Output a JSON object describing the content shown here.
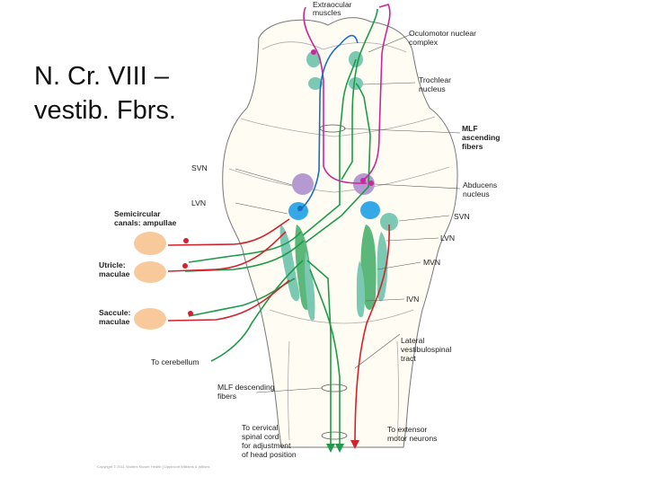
{
  "title": "N. Cr. VIII –\nvestib. Fbrs.",
  "labels": {
    "extraocular": "Extraocular\nmuscles",
    "oculomotor": "Oculomotor nuclear\ncomplex",
    "trochlear": "Trochlear\nnucleus",
    "mlf_asc": "MLF\nascending\nfibers",
    "svn_left": "SVN",
    "lvn_left": "LVN",
    "abducens": "Abducens\nnucleus",
    "svn_right": "SVN",
    "lvn_right": "LVN",
    "mvn": "MVN",
    "ivn": "IVN",
    "semicircular": "Semicircular\ncanals: ampullae",
    "utricle": "Utricle:\nmaculae",
    "saccule": "Saccule:\nmaculae",
    "cerebellum": "To cerebellum",
    "lvst": "Lateral\nvestibulospinal\ntract",
    "mlf_desc": "MLF descending\nfibers",
    "cervical": "To cervical\nspinal cord\nfor adjustment\nof head position",
    "extensor": "To extensor\nmotor neurons",
    "copyright": "Copyright © 2011 Wolters Kluwer Health | Lippincott Williams & Wilkins"
  },
  "colors": {
    "green_fiber": "#1f9a4a",
    "red_fiber": "#d2222e",
    "magenta_fiber": "#c8299a",
    "blue_fiber": "#1b6ec2",
    "nucleus_green": "#5cb87a",
    "nucleus_teal": "#7cc9b3",
    "nucleus_purple": "#b49ad0",
    "nucleus_blue": "#35a9e8",
    "organ": "#f8c99a"
  }
}
